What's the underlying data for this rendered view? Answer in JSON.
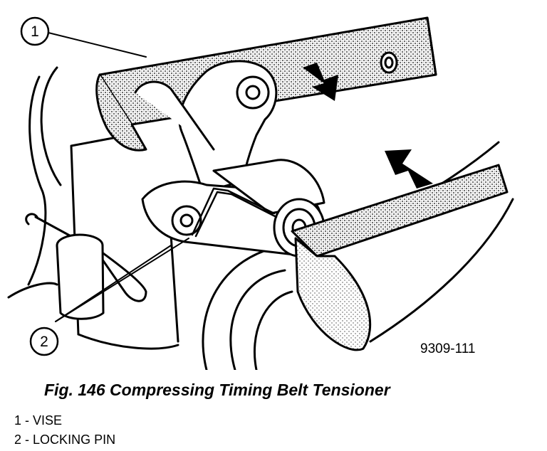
{
  "callouts": [
    {
      "number": "1"
    },
    {
      "number": "2"
    }
  ],
  "figure_code": "9309-111",
  "caption": "Fig. 146 Compressing Timing Belt Tensioner",
  "legend": [
    {
      "number": "1",
      "separator": "-",
      "text": "VISE"
    },
    {
      "number": "2",
      "separator": "-",
      "text": "LOCKING PIN"
    }
  ]
}
